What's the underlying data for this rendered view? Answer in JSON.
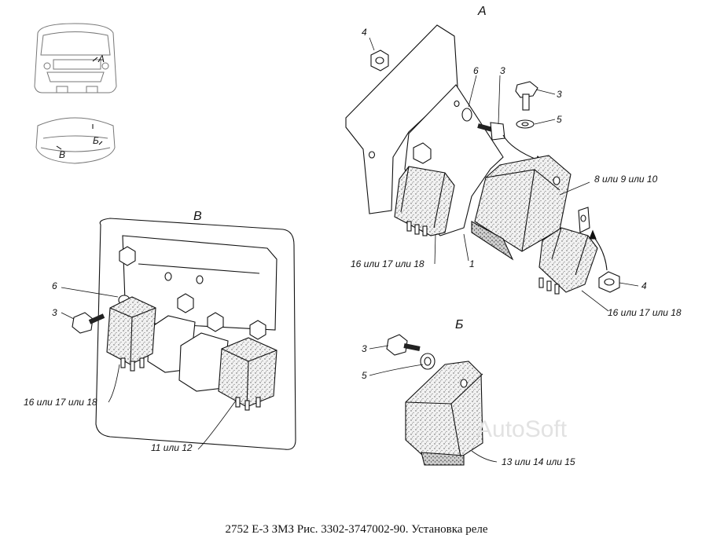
{
  "views": {
    "a": "А",
    "b": "Б",
    "v": "В"
  },
  "locator": {
    "a": "А",
    "b": "Б",
    "v": "В"
  },
  "callouts": {
    "a_nut_4": "4",
    "a_bolt_3_top": "3",
    "a_bolt_3_right": "3",
    "a_washer_6": "6",
    "a_washer_5": "5",
    "a_relay_8_9_10": "8 или 9 или 10",
    "a_relay_16_17_18_left": "16 или 17 или 18",
    "a_bracket_1": "1",
    "a_nut_4_right": "4",
    "a_relay_16_17_18_right": "16 или 17 или 18",
    "v_washer_6": "6",
    "v_bolt_3": "3",
    "v_relay_16_17_18": "16 или 17 или 18",
    "v_relay_11_12": "11 или 12",
    "b_bolt_3": "3",
    "b_washer_5": "5",
    "b_relay_13_14_15": "13 или 14 или 15"
  },
  "watermark": "AutoSoft",
  "caption": "2752 Е-3 ЗМЗ Рис. 3302-3747002-90. Установка реле"
}
